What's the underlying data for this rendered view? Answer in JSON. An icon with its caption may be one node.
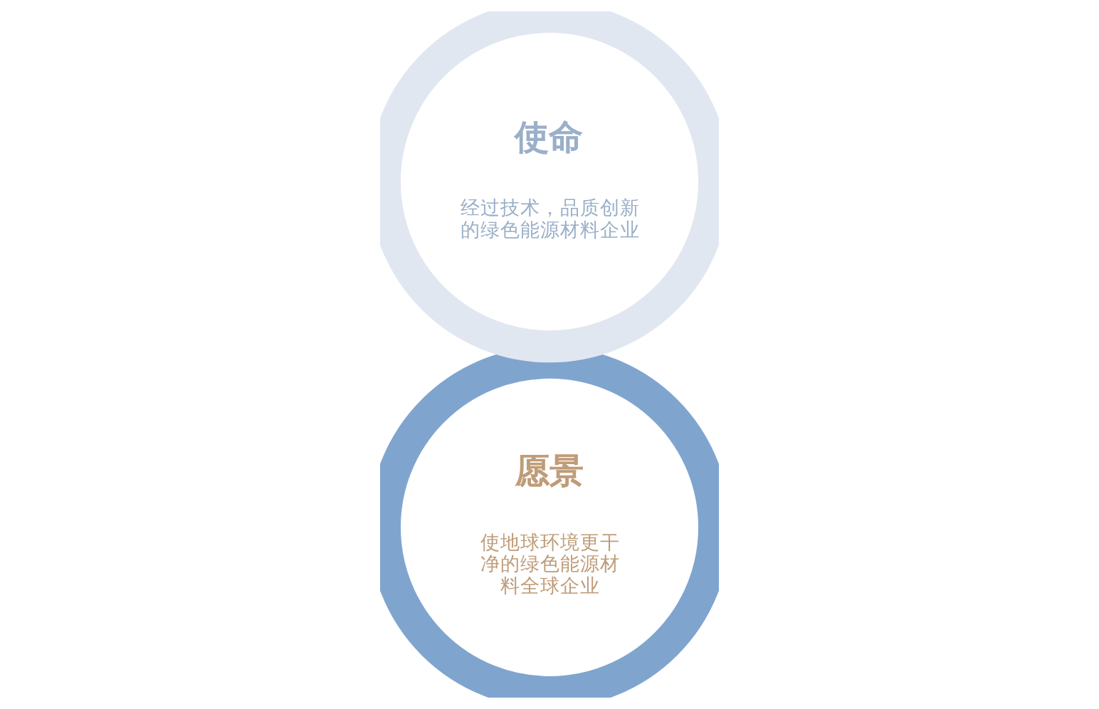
{
  "diagram": {
    "nodes": [
      {
        "text": [
          "愿景",
          "使地球环境更干净的绿色能源材料全球企业"
        ]
      },
      {
        "text": [
          "使命",
          "经过技术，品质创新的绿色能源材料企业"
        ]
      }
    ]
  }
}
